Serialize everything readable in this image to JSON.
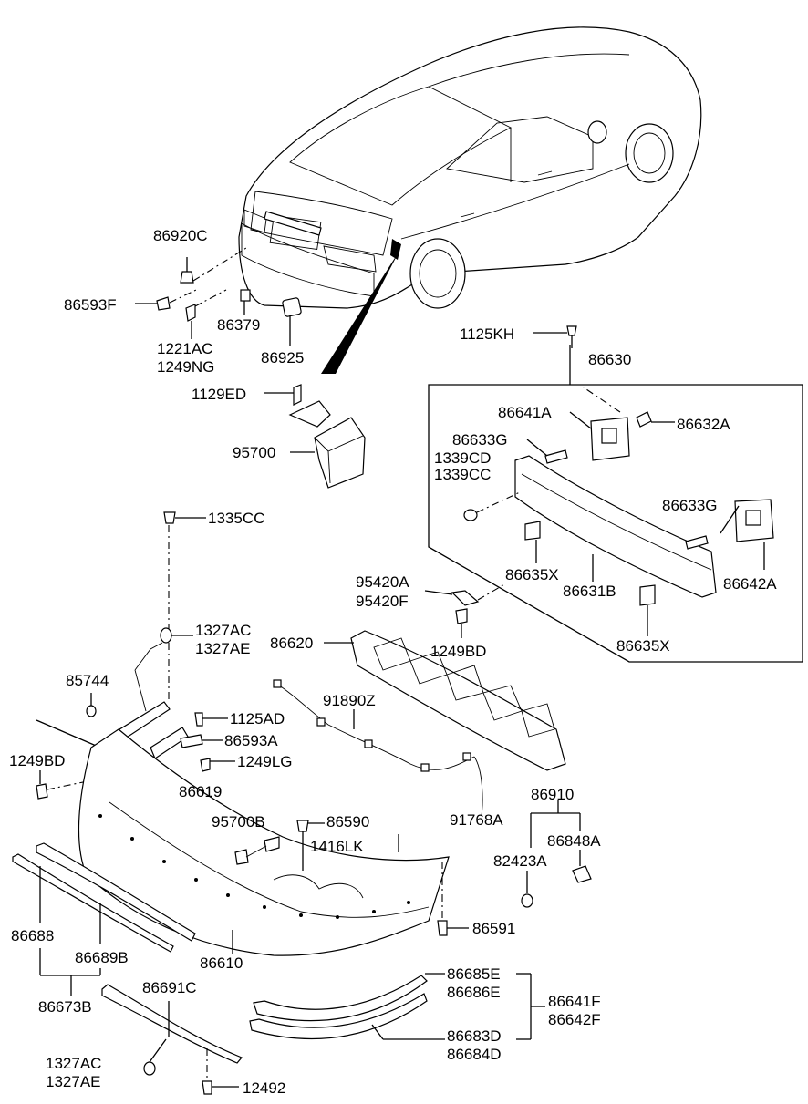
{
  "labels": {
    "86920C": "86920C",
    "86593F": "86593F",
    "86379": "86379",
    "1221AC": "1221AC",
    "1249NG": "1249NG",
    "86925": "86925",
    "1129ED": "1129ED",
    "95700": "95700",
    "1125KH": "1125KH",
    "86630": "86630",
    "86641A": "86641A",
    "86632A": "86632A",
    "86633G_top": "86633G",
    "1339CD": "1339CD",
    "1339CC": "1339CC",
    "86633G_right": "86633G",
    "86635X_mid": "86635X",
    "86631B": "86631B",
    "86642A": "86642A",
    "86635X_bottom": "86635X",
    "1335CC": "1335CC",
    "95420A": "95420A",
    "95420F": "95420F",
    "1249BD_right": "1249BD",
    "1327AC_top": "1327AC",
    "1327AE_top": "1327AE",
    "86620": "86620",
    "85744": "85744",
    "91890Z": "91890Z",
    "1125AD": "1125AD",
    "86593A": "86593A",
    "1249BD_left": "1249BD",
    "1249LG": "1249LG",
    "86619": "86619",
    "91768A": "91768A",
    "86910": "86910",
    "95700B": "95700B",
    "86590": "86590",
    "1416LK": "1416LK",
    "86848A": "86848A",
    "82423A": "82423A",
    "86591": "86591",
    "86688": "86688",
    "86689B": "86689B",
    "86610": "86610",
    "86673B": "86673B",
    "86685E": "86685E",
    "86686E": "86686E",
    "86641F": "86641F",
    "86642F": "86642F",
    "86691C": "86691C",
    "86683D": "86683D",
    "86684D": "86684D",
    "1327AC_bottom": "1327AC",
    "1327AE_bottom": "1327AE",
    "12492": "12492"
  }
}
